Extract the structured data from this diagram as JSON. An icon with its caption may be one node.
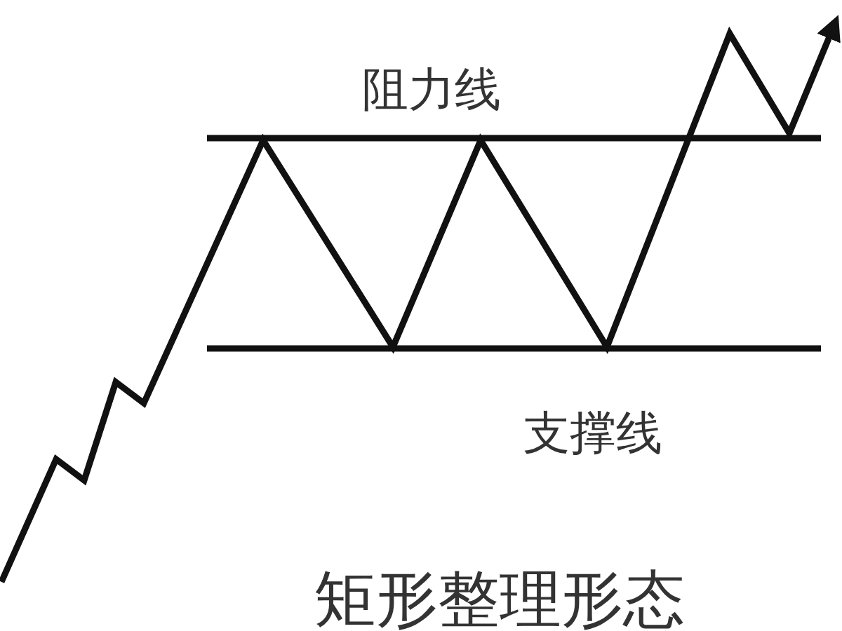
{
  "diagram": {
    "caption": "矩形整理形态",
    "labels": [
      "阻力线",
      "支撑线"
    ]
  }
}
